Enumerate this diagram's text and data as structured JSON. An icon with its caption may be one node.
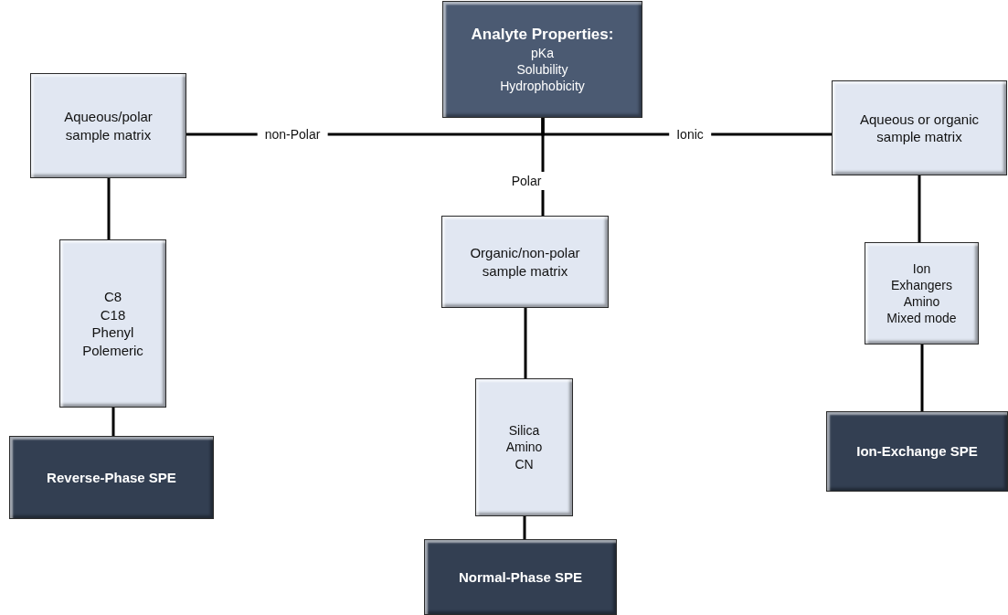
{
  "diagram": {
    "nodes": [
      {
        "text": [
          "Analyte Properties:",
          "pKa",
          "Solubility",
          "Hydrophobicity"
        ]
      },
      {
        "text": [
          "Aqueous/polar sample matrix"
        ]
      },
      {
        "text": [
          "Aqueous or organic sample matrix"
        ]
      },
      {
        "text": [
          "Organic/non-polar sample matrix"
        ]
      },
      {
        "text": [
          "C8",
          "C18",
          "Phenyl",
          "Polemeric"
        ]
      },
      {
        "text": [
          "Ion",
          "Exhangers",
          "Amino",
          "Mixed mode"
        ]
      },
      {
        "text": [
          "Silica",
          "Amino",
          "CN"
        ]
      },
      {
        "text": [
          "Reverse-Phase SPE"
        ]
      },
      {
        "text": [
          "Ion-Exchange SPE"
        ]
      },
      {
        "text": [
          "Normal-Phase SPE"
        ]
      }
    ],
    "edges": [
      {
        "from": 0,
        "to": 1,
        "arrow": "none",
        "label": "non-Polar"
      },
      {
        "from": 0,
        "to": 2,
        "arrow": "none",
        "label": "Ionic"
      },
      {
        "from": 0,
        "to": 3,
        "arrow": "none",
        "label": "Polar"
      },
      {
        "from": 1,
        "to": 4,
        "arrow": "none"
      },
      {
        "from": 4,
        "to": 7,
        "arrow": "none"
      },
      {
        "from": 3,
        "to": 6,
        "arrow": "none"
      },
      {
        "from": 6,
        "to": 9,
        "arrow": "none"
      },
      {
        "from": 2,
        "to": 5,
        "arrow": "none"
      },
      {
        "from": 5,
        "to": 8,
        "arrow": "none"
      }
    ]
  }
}
